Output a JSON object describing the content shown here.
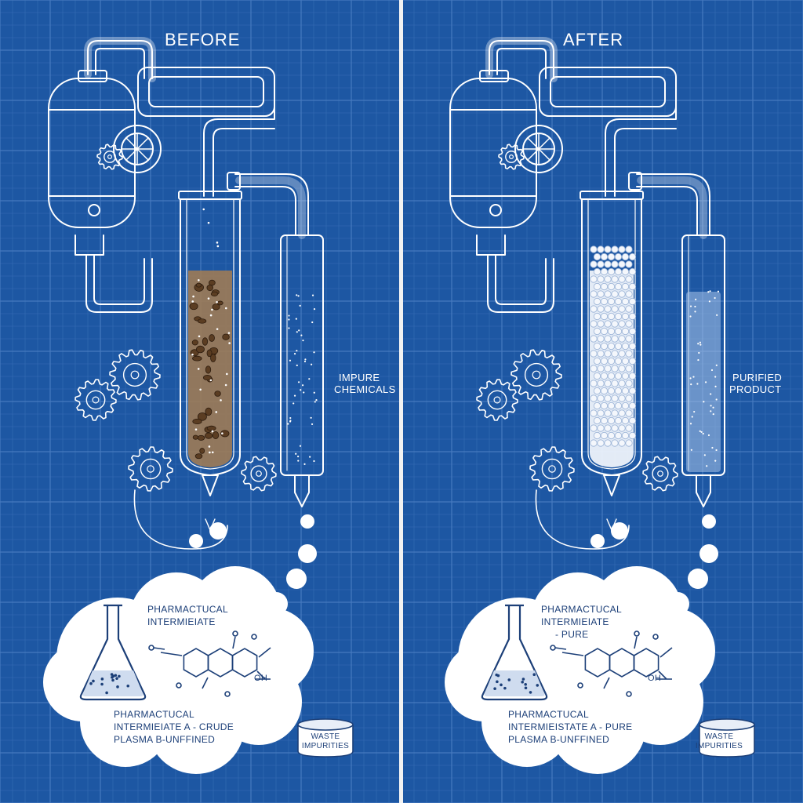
{
  "panels": [
    {
      "title": "BEFORE",
      "column_state": "crude",
      "column_fill_color": "#9e7b55",
      "side_label_line1": "IMPURE",
      "side_label_line2": "CHEMICALS",
      "cloud_line1": "PHARMACTUCAL",
      "cloud_line2": "INTERMIEIATE",
      "cloud_line3": "",
      "cloud_sub_line1": "PHARMACTUCAL",
      "cloud_sub_line2": "INTERMIEIATE A - CRUDE",
      "cloud_sub_line3": "PLASMA B-UNFFINED",
      "molecule_oh": "OH",
      "can_line1": "WASTE",
      "can_line2": "IMPURITIES"
    },
    {
      "title": "AFTER",
      "column_state": "purified",
      "column_fill_color": "#eef3fb",
      "side_label_line1": "PURIFIED",
      "side_label_line2": "PRODUCT",
      "cloud_line1": "PHARMACTUCAL",
      "cloud_line2": "INTERMIEIATE",
      "cloud_line3": "- PURE",
      "cloud_sub_line1": "PHARMACTUCAL",
      "cloud_sub_line2": "INTERMIEISTATE A - PURE",
      "cloud_sub_line3": "PLASMA B-UNFFINED",
      "molecule_oh": "OH",
      "can_line1": "WASTE",
      "can_line2": "IMPURITIES"
    }
  ],
  "colors": {
    "background": "#1d57a3",
    "grid": "#4d7fc4",
    "line": "#ffffff",
    "cloud": "#ffffff",
    "divider": "#f2f2f2"
  }
}
